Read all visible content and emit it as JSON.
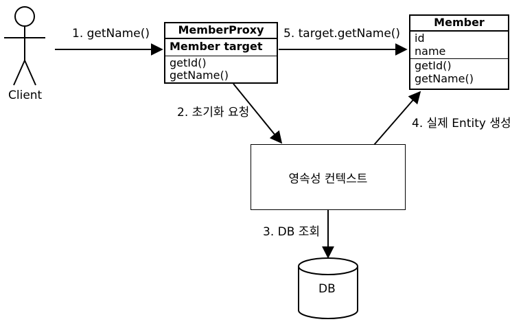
{
  "actor": {
    "label": "Client"
  },
  "proxy": {
    "title": "MemberProxy",
    "field": "Member target",
    "methods": [
      "getId()",
      "getName()"
    ]
  },
  "member": {
    "title": "Member",
    "fields": [
      "id",
      "name"
    ],
    "methods": [
      "getId()",
      "getName()"
    ]
  },
  "context": {
    "label": "영속성 컨텍스트"
  },
  "db": {
    "label": "DB"
  },
  "steps": {
    "s1": "1. getName()",
    "s2": "2. 초기화 요청",
    "s3": "3. DB 조회",
    "s4": "4. 실제 Entity 생성",
    "s5": "5. target.getName()"
  }
}
